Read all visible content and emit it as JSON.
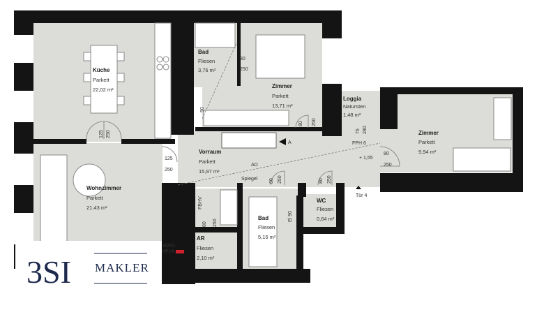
{
  "rooms": {
    "kueche": {
      "name": "Küche",
      "floor": "Parkett",
      "area": "22,02 m²"
    },
    "bad1": {
      "name": "Bad",
      "floor": "Fliesen",
      "area": "3,76 m²"
    },
    "zimmer1": {
      "name": "Zimmer",
      "floor": "Parkett",
      "area": "13,71 m²"
    },
    "loggia": {
      "name": "Loggia",
      "floor": "Natursten",
      "area": "1,48 m²"
    },
    "zimmer2": {
      "name": "Zimmer",
      "floor": "Parkett",
      "area": "9,94 m²"
    },
    "vorraum": {
      "name": "Vorraum",
      "floor": "Parkett",
      "area": "15,97 m²"
    },
    "wohnzimmer": {
      "name": "Wohnzimmer",
      "floor": "Parkett",
      "area": "21,43 m²"
    },
    "bad2": {
      "name": "Bad",
      "floor": "Fliesen",
      "area": "5,15 m²"
    },
    "wc": {
      "name": "WC",
      "floor": "Fliesen",
      "area": "0,64 m²"
    },
    "ar": {
      "name": "AR",
      "floor": "Fliesen",
      "area": "2,10 m²"
    }
  },
  "dims": {
    "d125": "125",
    "d250": "250",
    "d80": "80",
    "d75": "75",
    "d280": "280",
    "d90": "90",
    "e90": "El 90"
  },
  "labels": {
    "fph": "FPH 6",
    "level": "+ 1,55",
    "tuer": "Tür 4",
    "spiegel": "Spiegel",
    "ad": "AD",
    "section": "A",
    "bwg": "BWG",
    "hp": "HP14",
    "fbhv": "FBHV"
  },
  "logo": {
    "mark": "3SI",
    "text": "MAKLER"
  }
}
